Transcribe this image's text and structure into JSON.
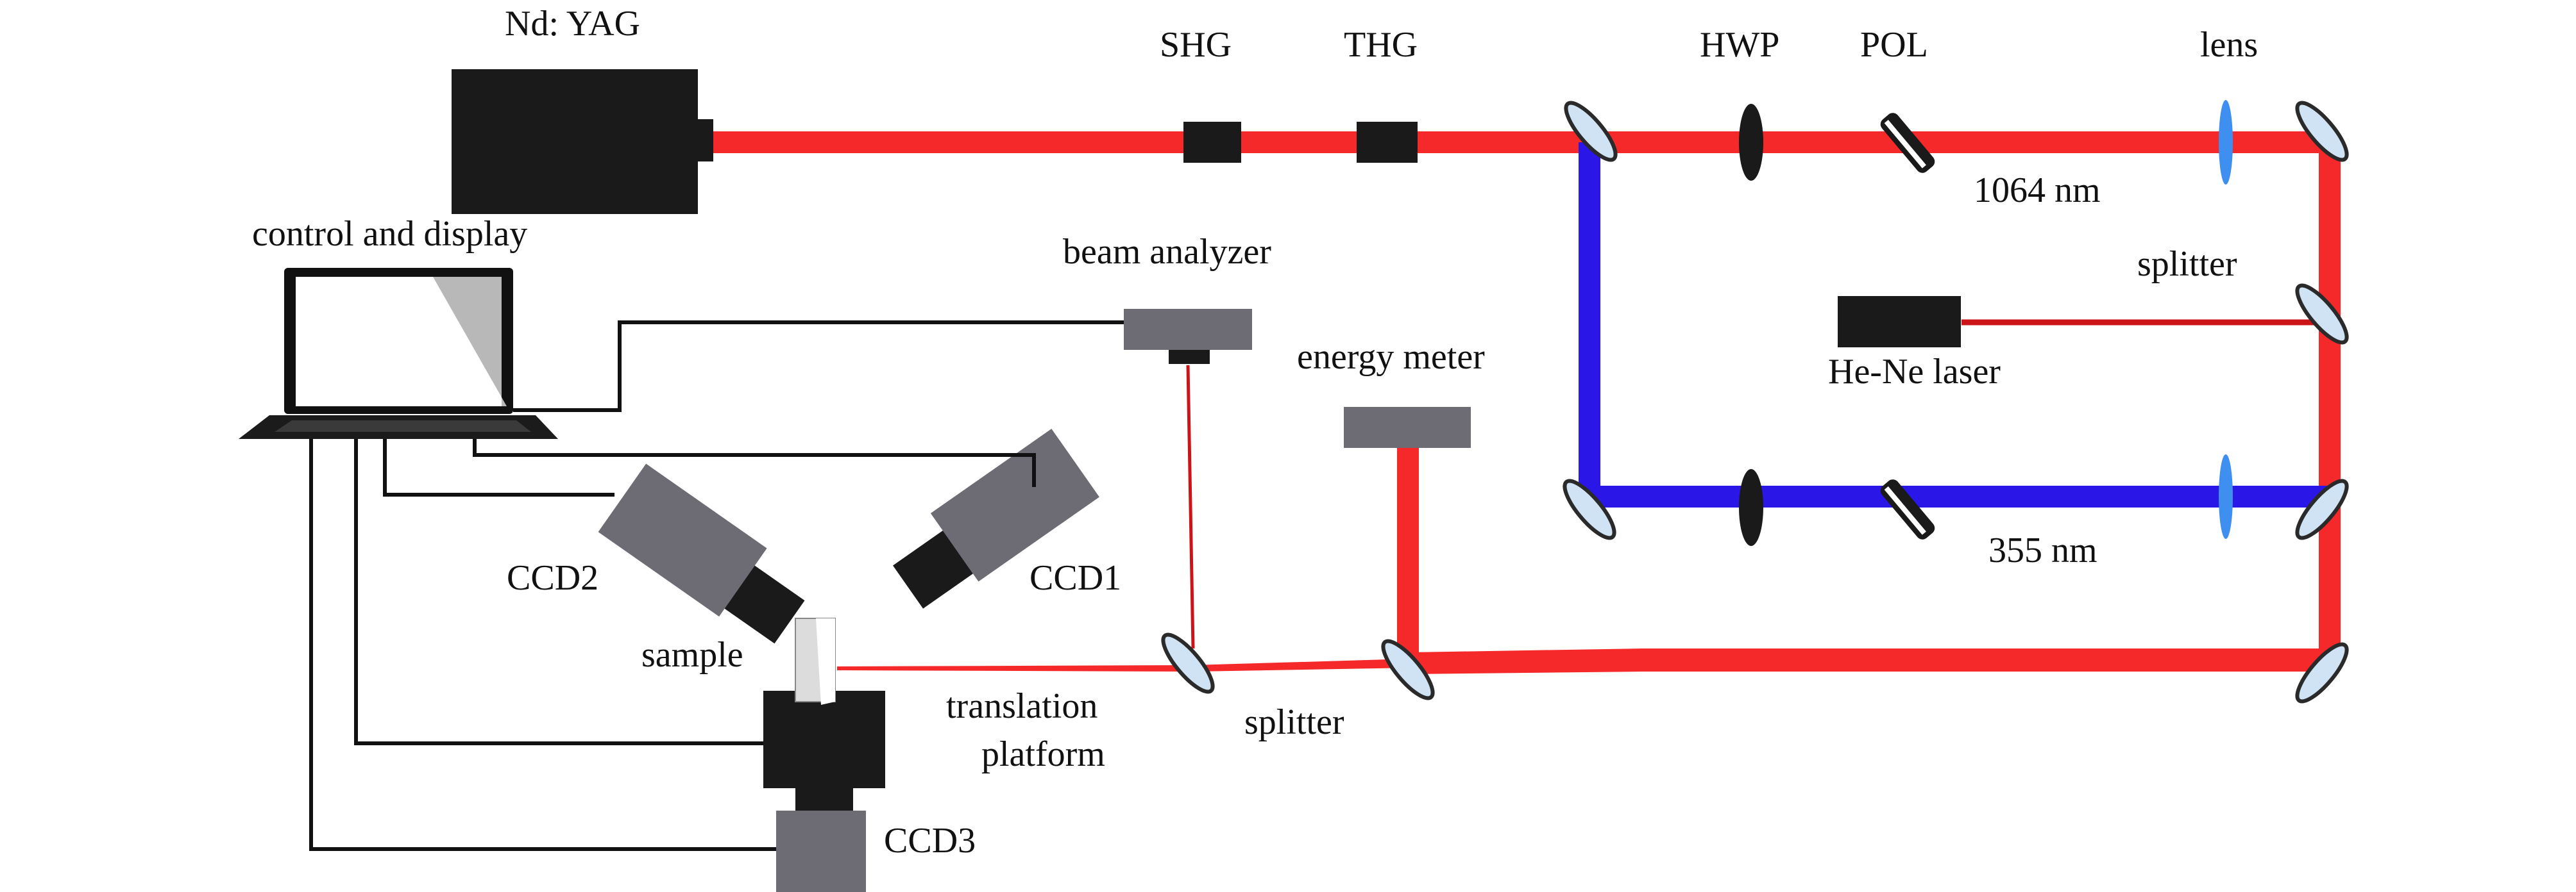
{
  "labels": {
    "nd_yag": "Nd: YAG",
    "shg": "SHG",
    "thg": "THG",
    "hwp": "HWP",
    "pol": "POL",
    "lens": "lens",
    "wl_1064": "1064 nm",
    "wl_355": "355 nm",
    "splitter_right": "splitter",
    "he_ne": "He-Ne laser",
    "control_display": "control and display",
    "beam_analyzer": "beam analyzer",
    "energy_meter": "energy meter",
    "ccd1": "CCD1",
    "ccd2": "CCD2",
    "ccd3": "CCD3",
    "sample": "sample",
    "translation_line1": "translation",
    "translation_line2": "platform",
    "splitter_bottom": "splitter"
  },
  "colors": {
    "beam_1064": "#f5282a",
    "beam_355": "#2a16e6",
    "probe_beam": "#cc1418",
    "device_dark": "#1a1a1a",
    "device_gray": "#6d6c75",
    "optic_fill": "#cfe3f4",
    "lens_fill": "#3f8ff0"
  }
}
